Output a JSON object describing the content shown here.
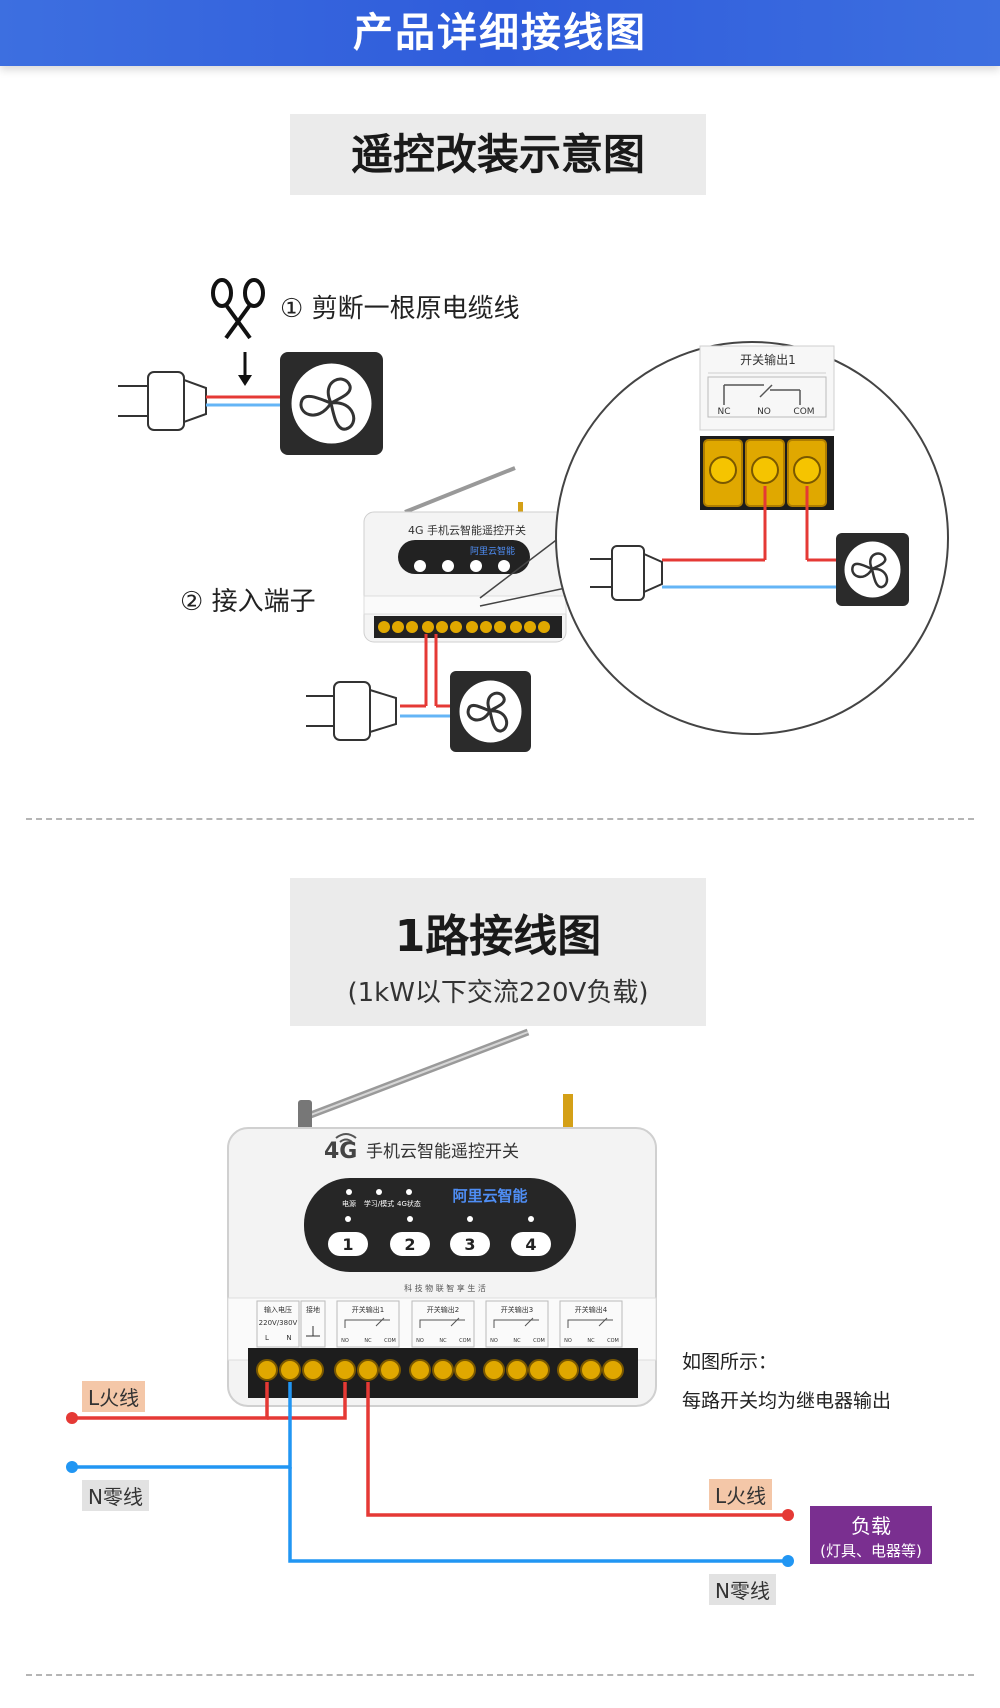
{
  "header": {
    "title": "产品详细接线图"
  },
  "section1": {
    "title": "遥控改装示意图",
    "step1": "① 剪断一根原电缆线",
    "step2": "② 接入端子",
    "zoom": {
      "output_label": "开关输出1",
      "terminals": [
        "NC",
        "NO",
        "COM"
      ]
    }
  },
  "device": {
    "brand": "4G",
    "name": "手机云智能遥控开关",
    "cloud": "阿里云智能",
    "indicators": [
      "电源",
      "学习/模式",
      "4G状态"
    ],
    "buttons": [
      "1",
      "2",
      "3",
      "4"
    ],
    "slogan": "科 技 物 联    智 享 生 活",
    "input_label": "输入电压",
    "input_voltage": "220V/380V",
    "input_terminals": [
      "L",
      "N"
    ],
    "ground_label": "接地",
    "outputs": [
      "开关输出1",
      "开关输出2",
      "开关输出3",
      "开关输出4"
    ],
    "output_terminals": [
      "NO",
      "NC",
      "COM"
    ]
  },
  "section2": {
    "title": "1路接线图",
    "subtitle": "(1kW以下交流220V负载)",
    "note_line1": "如图所示：",
    "note_line2": "每路开关均为继电器输出",
    "live_in": "L火线",
    "neutral_in": "N零线",
    "live_out": "L火线",
    "neutral_out": "N零线",
    "load_title": "负载",
    "load_sub": "(灯具、电器等)"
  },
  "colors": {
    "banner": "#2f5cdb",
    "live_wire": "#e53935",
    "neutral_wire": "#2196f3",
    "load_box": "#7a2f90",
    "terminal": "#e0a800"
  }
}
